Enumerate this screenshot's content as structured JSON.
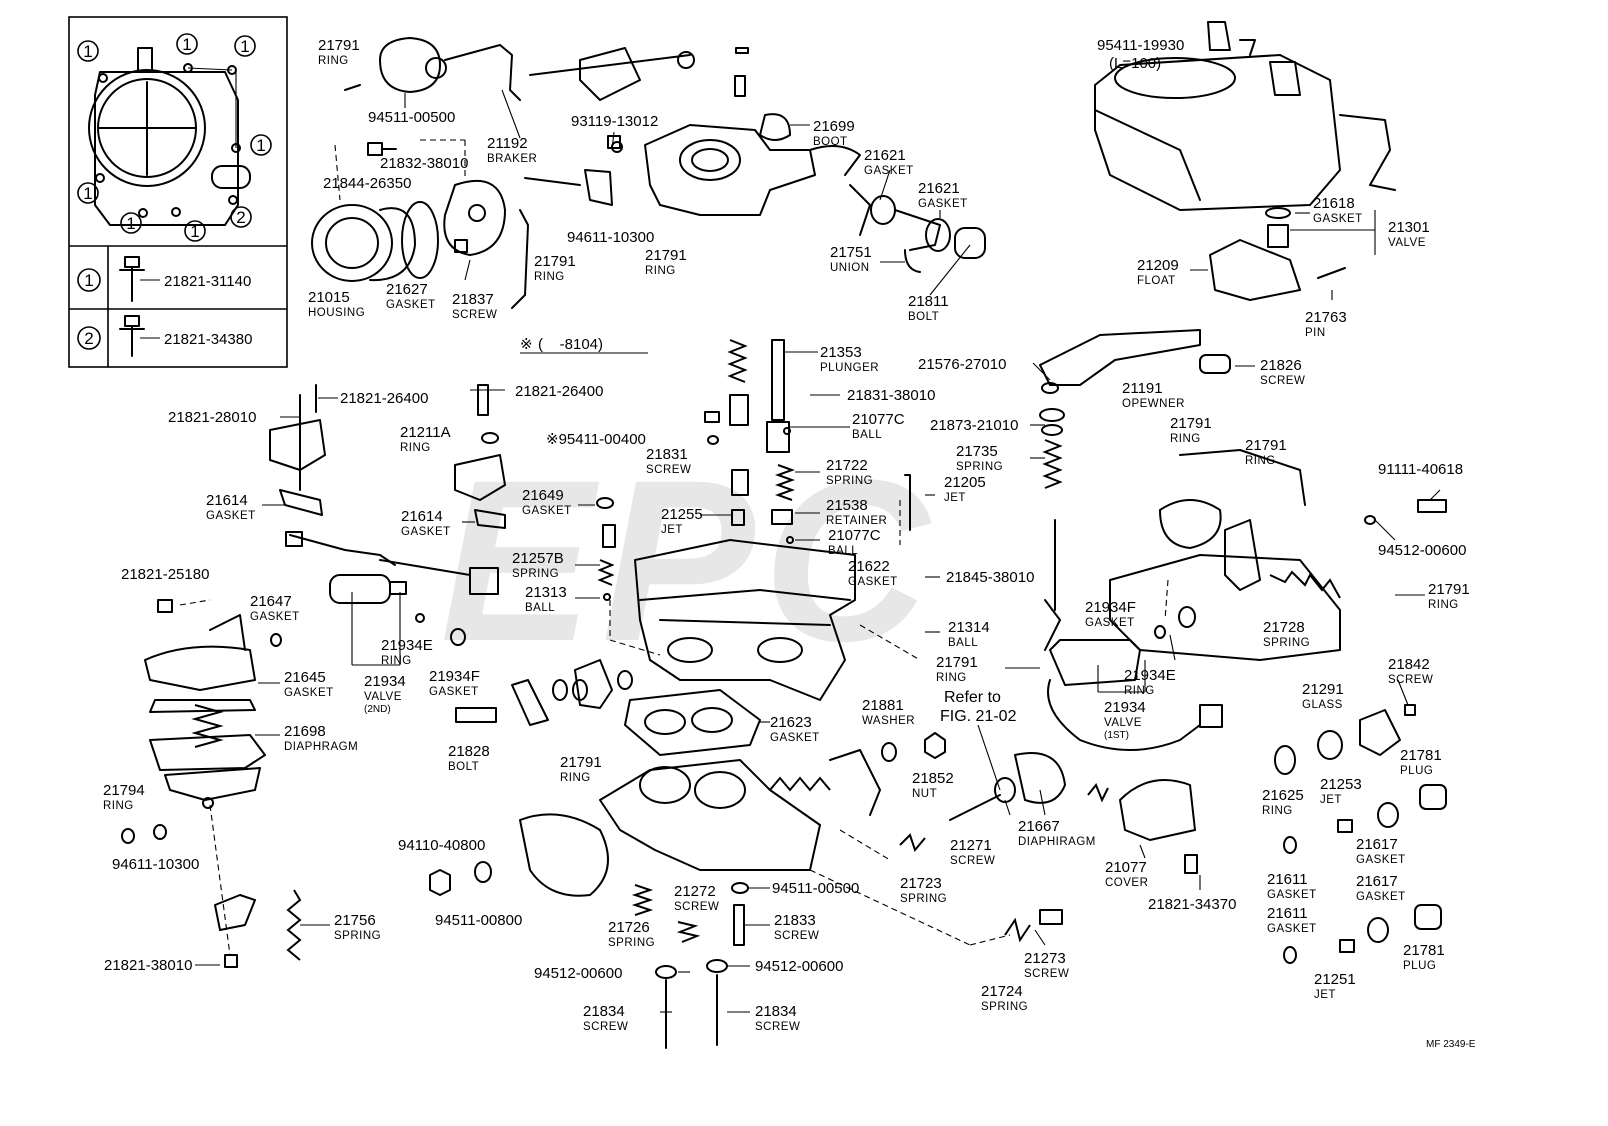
{
  "key_box": {
    "circle_one": "1",
    "circle_two": "2",
    "rows": [
      {
        "marker": "1",
        "part_no": "21821-31140"
      },
      {
        "marker": "2",
        "part_no": "21821-34380"
      }
    ]
  },
  "variant_note": {
    "symbol": "※",
    "text": "(    -8104)"
  },
  "refer_note": {
    "line1": "Refer to",
    "line2": "FIG. 21-02"
  },
  "footer_code": "MF 2349-E",
  "watermark": "EPC",
  "labels": [
    {
      "id": "l21791a",
      "no": "21791",
      "name": "RING"
    },
    {
      "id": "l94511_00500a",
      "no": "94511-00500",
      "name": ""
    },
    {
      "id": "l21192",
      "no": "21192",
      "name": "BRAKER"
    },
    {
      "id": "l21832",
      "no": "21832-38010",
      "name": ""
    },
    {
      "id": "l21844",
      "no": "21844-26350",
      "name": ""
    },
    {
      "id": "l21015",
      "no": "21015",
      "name": "HOUSING"
    },
    {
      "id": "l21627",
      "no": "21627",
      "name": "GASKET"
    },
    {
      "id": "l21837",
      "no": "21837",
      "name": "SCREW"
    },
    {
      "id": "l93119",
      "no": "93119-13012",
      "name": ""
    },
    {
      "id": "l94611_10300a",
      "no": "94611-10300",
      "name": ""
    },
    {
      "id": "l21791b",
      "no": "21791",
      "name": "RING"
    },
    {
      "id": "l21791c",
      "no": "21791",
      "name": "RING"
    },
    {
      "id": "l21699",
      "no": "21699",
      "name": "BOOT"
    },
    {
      "id": "l21621a",
      "no": "21621",
      "name": "GASKET"
    },
    {
      "id": "l21621b",
      "no": "21621",
      "name": "GASKET"
    },
    {
      "id": "l21751",
      "no": "21751",
      "name": "UNION"
    },
    {
      "id": "l21811",
      "no": "21811",
      "name": "BOLT"
    },
    {
      "id": "l95411_19930",
      "no": "95411-19930",
      "name": "(L=100)"
    },
    {
      "id": "l21618",
      "no": "21618",
      "name": "GASKET"
    },
    {
      "id": "l21301",
      "no": "21301",
      "name": "VALVE"
    },
    {
      "id": "l21209",
      "no": "21209",
      "name": "FLOAT"
    },
    {
      "id": "l21763",
      "no": "21763",
      "name": "PIN"
    },
    {
      "id": "l21353",
      "no": "21353",
      "name": "PLUNGER"
    },
    {
      "id": "l21831_38010",
      "no": "21831-38010",
      "name": ""
    },
    {
      "id": "l21077c_a",
      "no": "21077C",
      "name": "BALL"
    },
    {
      "id": "l21722",
      "no": "21722",
      "name": "SPRING"
    },
    {
      "id": "l21538",
      "no": "21538",
      "name": "RETAINER"
    },
    {
      "id": "l21077c_b",
      "no": "21077C",
      "name": "BALL"
    },
    {
      "id": "l21205",
      "no": "21205",
      "name": "JET"
    },
    {
      "id": "l21622",
      "no": "21622",
      "name": "GASKET"
    },
    {
      "id": "l21845",
      "no": "21845-38010",
      "name": ""
    },
    {
      "id": "l21314",
      "no": "21314",
      "name": "BALL"
    },
    {
      "id": "l21576",
      "no": "21576-27010",
      "name": ""
    },
    {
      "id": "l21873",
      "no": "21873-21010",
      "name": ""
    },
    {
      "id": "l21735",
      "no": "21735",
      "name": "SPRING"
    },
    {
      "id": "l21826",
      "no": "21826",
      "name": "SCREW"
    },
    {
      "id": "l21191",
      "no": "21191",
      "name": "OPEWNER"
    },
    {
      "id": "l21791d",
      "no": "21791",
      "name": "RING"
    },
    {
      "id": "l21791e",
      "no": "21791",
      "name": "RING"
    },
    {
      "id": "l91111",
      "no": "91111-40618",
      "name": ""
    },
    {
      "id": "l94512_00600a",
      "no": "94512-00600",
      "name": ""
    },
    {
      "id": "l21791f",
      "no": "21791",
      "name": "RING"
    },
    {
      "id": "l21821_26400a",
      "no": "21821-26400",
      "name": ""
    },
    {
      "id": "l21821_26400b",
      "no": "21821-26400",
      "name": ""
    },
    {
      "id": "l21821_28010",
      "no": "21821-28010",
      "name": ""
    },
    {
      "id": "l21211a",
      "no": "21211A",
      "name": "RING"
    },
    {
      "id": "l95411_00400",
      "no": "※95411-00400",
      "name": ""
    },
    {
      "id": "l21831",
      "no": "21831",
      "name": "SCREW"
    },
    {
      "id": "l21614a",
      "no": "21614",
      "name": "GASKET"
    },
    {
      "id": "l21614b",
      "no": "21614",
      "name": "GASKET"
    },
    {
      "id": "l21649",
      "no": "21649",
      "name": "GASKET"
    },
    {
      "id": "l21255",
      "no": "21255",
      "name": "JET"
    },
    {
      "id": "l21257b",
      "no": "21257B",
      "name": "SPRING"
    },
    {
      "id": "l21313",
      "no": "21313",
      "name": "BALL"
    },
    {
      "id": "l21821_25180",
      "no": "21821-25180",
      "name": ""
    },
    {
      "id": "l21647",
      "no": "21647",
      "name": "GASKET"
    },
    {
      "id": "l21645",
      "no": "21645",
      "name": "GASKET"
    },
    {
      "id": "l21698",
      "no": "21698",
      "name": "DIAPHRAGM"
    },
    {
      "id": "l21934e_a",
      "no": "21934E",
      "name": "RING"
    },
    {
      "id": "l21934_2nd",
      "no": "21934",
      "name": "VALVE"
    },
    {
      "id": "l21934f_a",
      "no": "21934F",
      "name": "GASKET"
    },
    {
      "id": "l21828",
      "no": "21828",
      "name": "BOLT"
    },
    {
      "id": "l21791g",
      "no": "21791",
      "name": "RING"
    },
    {
      "id": "l21623",
      "no": "21623",
      "name": "GASKET"
    },
    {
      "id": "l21794",
      "no": "21794",
      "name": "RING"
    },
    {
      "id": "l94611_10300b",
      "no": "94611-10300",
      "name": ""
    },
    {
      "id": "l21756",
      "no": "21756",
      "name": "SPRING"
    },
    {
      "id": "l21821_38010",
      "no": "21821-38010",
      "name": ""
    },
    {
      "id": "l94110",
      "no": "94110-40800",
      "name": ""
    },
    {
      "id": "l94511_00800",
      "no": "94511-00800",
      "name": ""
    },
    {
      "id": "l21726",
      "no": "21726",
      "name": "SPRING"
    },
    {
      "id": "l21272",
      "no": "21272",
      "name": "SCREW"
    },
    {
      "id": "l94511_00500b",
      "no": "94511-00500",
      "name": ""
    },
    {
      "id": "l21833",
      "no": "21833",
      "name": "SCREW"
    },
    {
      "id": "l94512_00600b",
      "no": "94512-00600",
      "name": ""
    },
    {
      "id": "l94512_00600c",
      "no": "94512-00600",
      "name": ""
    },
    {
      "id": "l21834a",
      "no": "21834",
      "name": "SCREW"
    },
    {
      "id": "l21834b",
      "no": "21834",
      "name": "SCREW"
    },
    {
      "id": "l21881",
      "no": "21881",
      "name": "WASHER"
    },
    {
      "id": "l21852",
      "no": "21852",
      "name": "NUT"
    },
    {
      "id": "l21723",
      "no": "21723",
      "name": "SPRING"
    },
    {
      "id": "l21271",
      "no": "21271",
      "name": "SCREW"
    },
    {
      "id": "l21667",
      "no": "21667",
      "name": "DIAPHIRAGM"
    },
    {
      "id": "l21724",
      "no": "21724",
      "name": "SPRING"
    },
    {
      "id": "l21273",
      "no": "21273",
      "name": "SCREW"
    },
    {
      "id": "l21791h",
      "no": "21791",
      "name": "RING"
    },
    {
      "id": "l21934f_b",
      "no": "21934F",
      "name": "GASKET"
    },
    {
      "id": "l21934e_b",
      "no": "21934E",
      "name": "RING"
    },
    {
      "id": "l21934_1st",
      "no": "21934",
      "name": "VALVE"
    },
    {
      "id": "l21728",
      "no": "21728",
      "name": "SPRING"
    },
    {
      "id": "l21077",
      "no": "21077",
      "name": "COVER"
    },
    {
      "id": "l21821_34370",
      "no": "21821-34370",
      "name": ""
    },
    {
      "id": "l21842",
      "no": "21842",
      "name": "SCREW"
    },
    {
      "id": "l21291",
      "no": "21291",
      "name": "GLASS"
    },
    {
      "id": "l21625",
      "no": "21625",
      "name": "RING"
    },
    {
      "id": "l21253",
      "no": "21253",
      "name": "JET"
    },
    {
      "id": "l21617a",
      "no": "21617",
      "name": "GASKET"
    },
    {
      "id": "l21781a",
      "no": "21781",
      "name": "PLUG"
    },
    {
      "id": "l21611a",
      "no": "21611",
      "name": "GASKET"
    },
    {
      "id": "l21617b",
      "no": "21617",
      "name": "GASKET"
    },
    {
      "id": "l21611b",
      "no": "21611",
      "name": "GASKET"
    },
    {
      "id": "l21251",
      "no": "21251",
      "name": "JET"
    },
    {
      "id": "l21781b",
      "no": "21781",
      "name": "PLUG"
    }
  ],
  "sublabels": {
    "valve_2nd": "(2ND)",
    "valve_1st": "(1ST)"
  }
}
